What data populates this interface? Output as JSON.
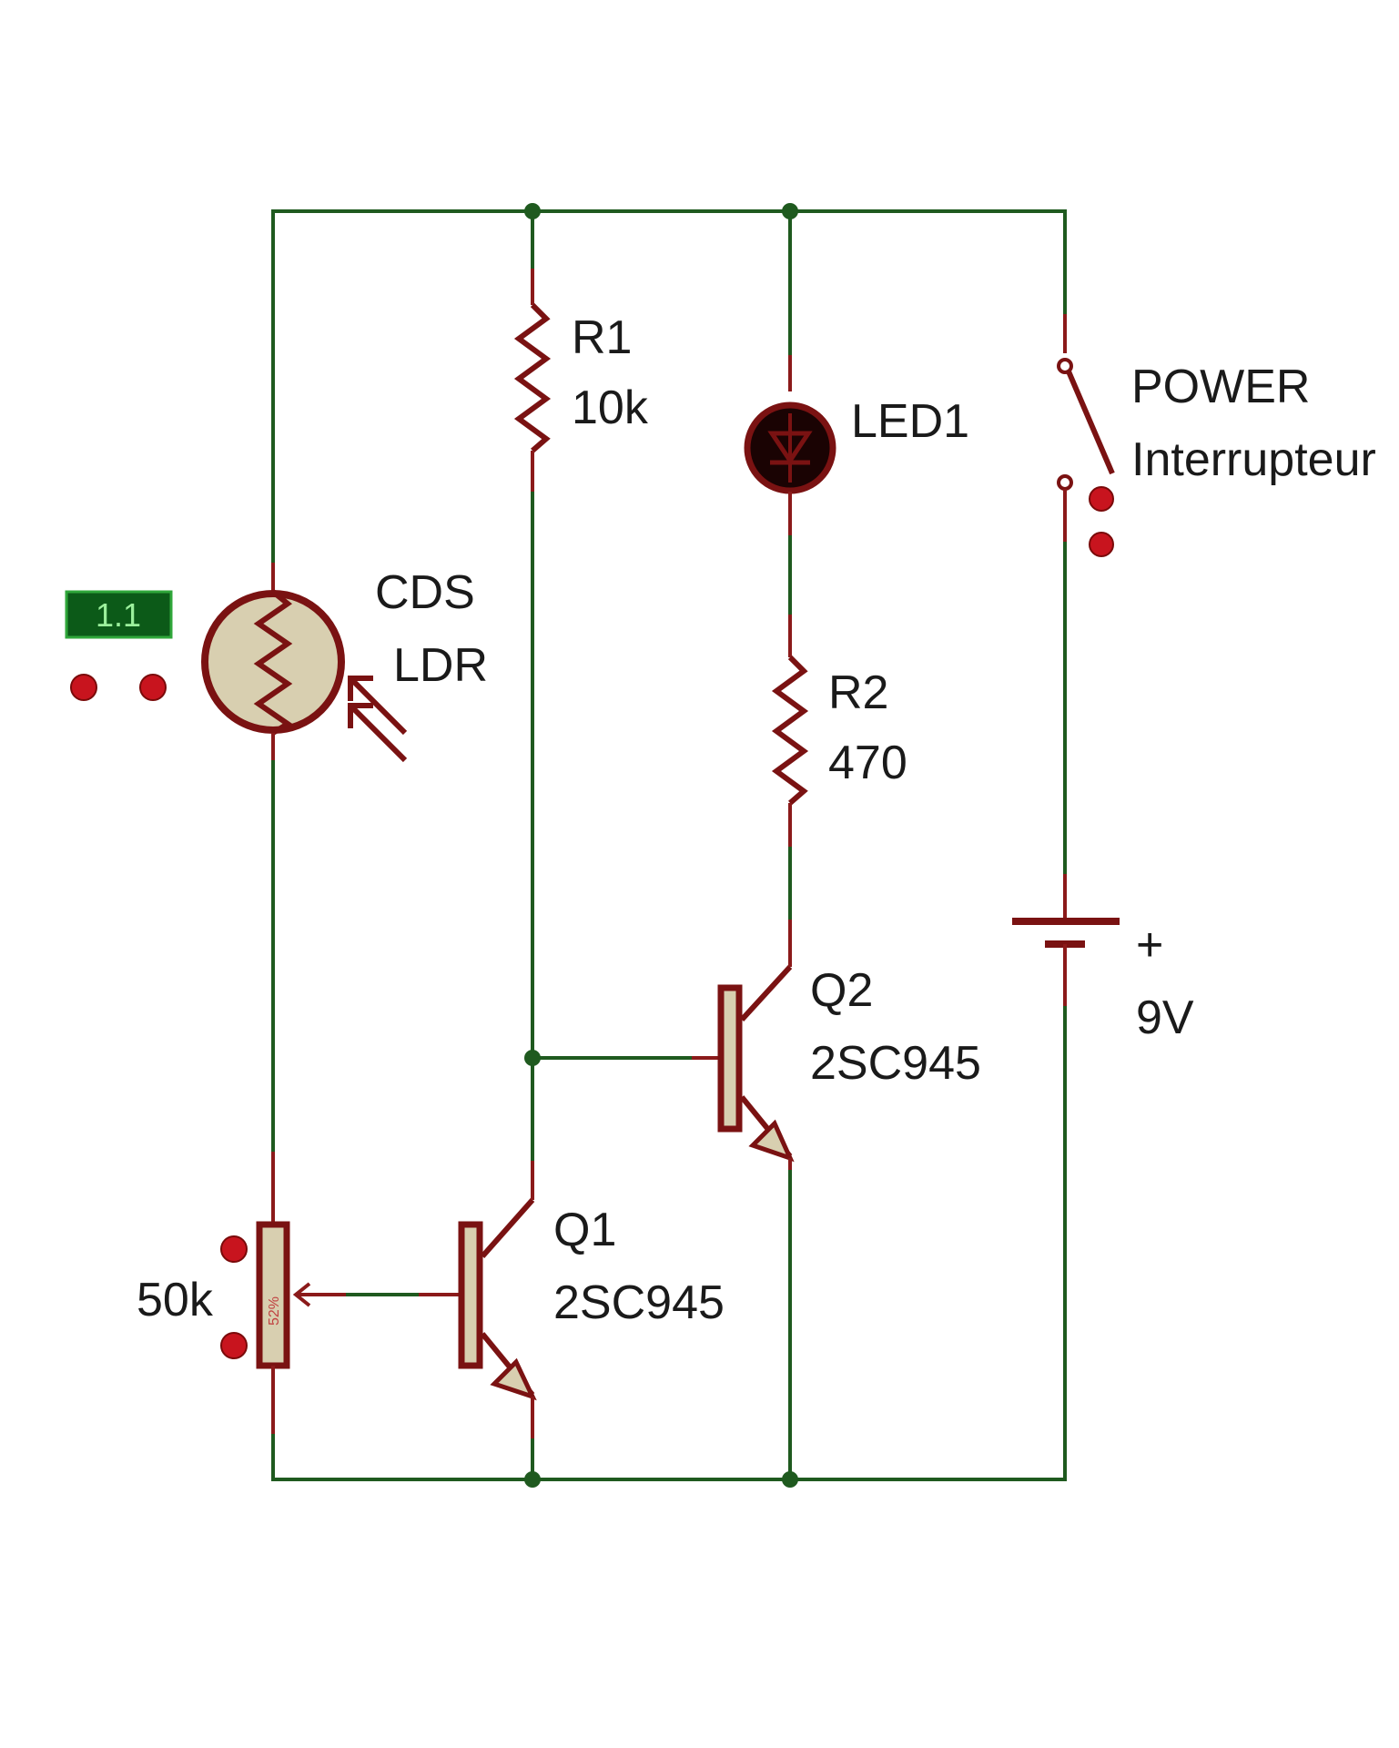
{
  "components": {
    "r1": {
      "ref": "R1",
      "value": "10k"
    },
    "led1": {
      "ref": "LED1"
    },
    "power": {
      "ref": "POWER",
      "value": "Interrupteur"
    },
    "ldr": {
      "ref": "CDS",
      "value": "LDR"
    },
    "meter": {
      "reading": "1.1"
    },
    "r2": {
      "ref": "R2",
      "value": "470"
    },
    "battery": {
      "polarity": "+",
      "value": "9V"
    },
    "q2": {
      "ref": "Q2",
      "value": "2SC945"
    },
    "q1": {
      "ref": "Q1",
      "value": "2SC945"
    },
    "pot": {
      "value": "50k",
      "wiper": "52%"
    }
  },
  "colors": {
    "wire": "#1f5a1f",
    "component": "#7a1212",
    "component_fill": "#d8cfb0",
    "probe": "#c8141e",
    "meter_bg": "#0c5a18",
    "meter_text": "#9cf09c"
  }
}
